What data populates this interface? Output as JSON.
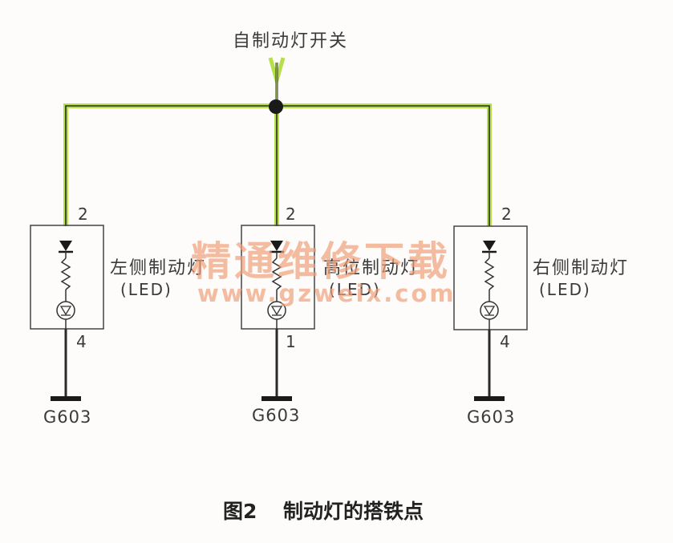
{
  "diagram": {
    "source_label": "自制动灯开关",
    "lamps": [
      {
        "name": "左侧制动灯",
        "type": "(LED)",
        "pin_in": "2",
        "pin_out": "4",
        "ground": "G603"
      },
      {
        "name": "高位制动灯",
        "type": "(LED)",
        "pin_in": "2",
        "pin_out": "1",
        "ground": "G603"
      },
      {
        "name": "右侧制动灯",
        "type": "(LED)",
        "pin_in": "2",
        "pin_out": "4",
        "ground": "G603"
      }
    ],
    "wire_color": "#b6e04a",
    "line_color": "#2a2a2a"
  },
  "watermark": {
    "cn": "精通维修下载",
    "url": "www.gzweix.com"
  },
  "caption": {
    "figure": "图2",
    "title": "制动灯的搭铁点"
  }
}
